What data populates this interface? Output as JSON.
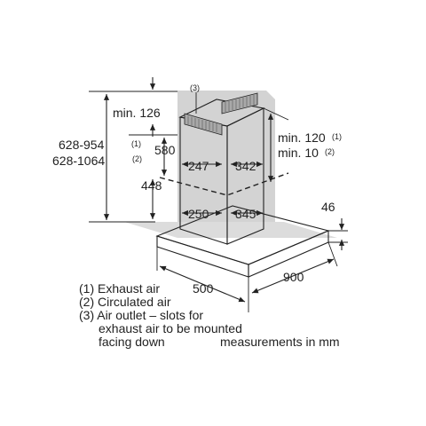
{
  "diagram": {
    "labels": {
      "note3": "(3)",
      "min126": "min. 126",
      "total_range1": "628-954",
      "total_range1_sup": "(1)",
      "total_range2": "628-1064",
      "total_range2_sup": "(2)",
      "d580": "580",
      "d448": "448",
      "d247": "247",
      "d342": "342",
      "d250": "250",
      "d345": "345",
      "min120": "min. 120",
      "min120_sup": "(1)",
      "min10": "min. 10",
      "min10_sup": "(2)",
      "d46": "46",
      "d500": "500",
      "d900": "900"
    },
    "legend": [
      "(1) Exhaust air",
      "(2) Circulated air",
      "(3) Air outlet – slots for",
      "exhaust air to be mounted",
      "facing down"
    ],
    "units_note": "measurements in mm"
  }
}
